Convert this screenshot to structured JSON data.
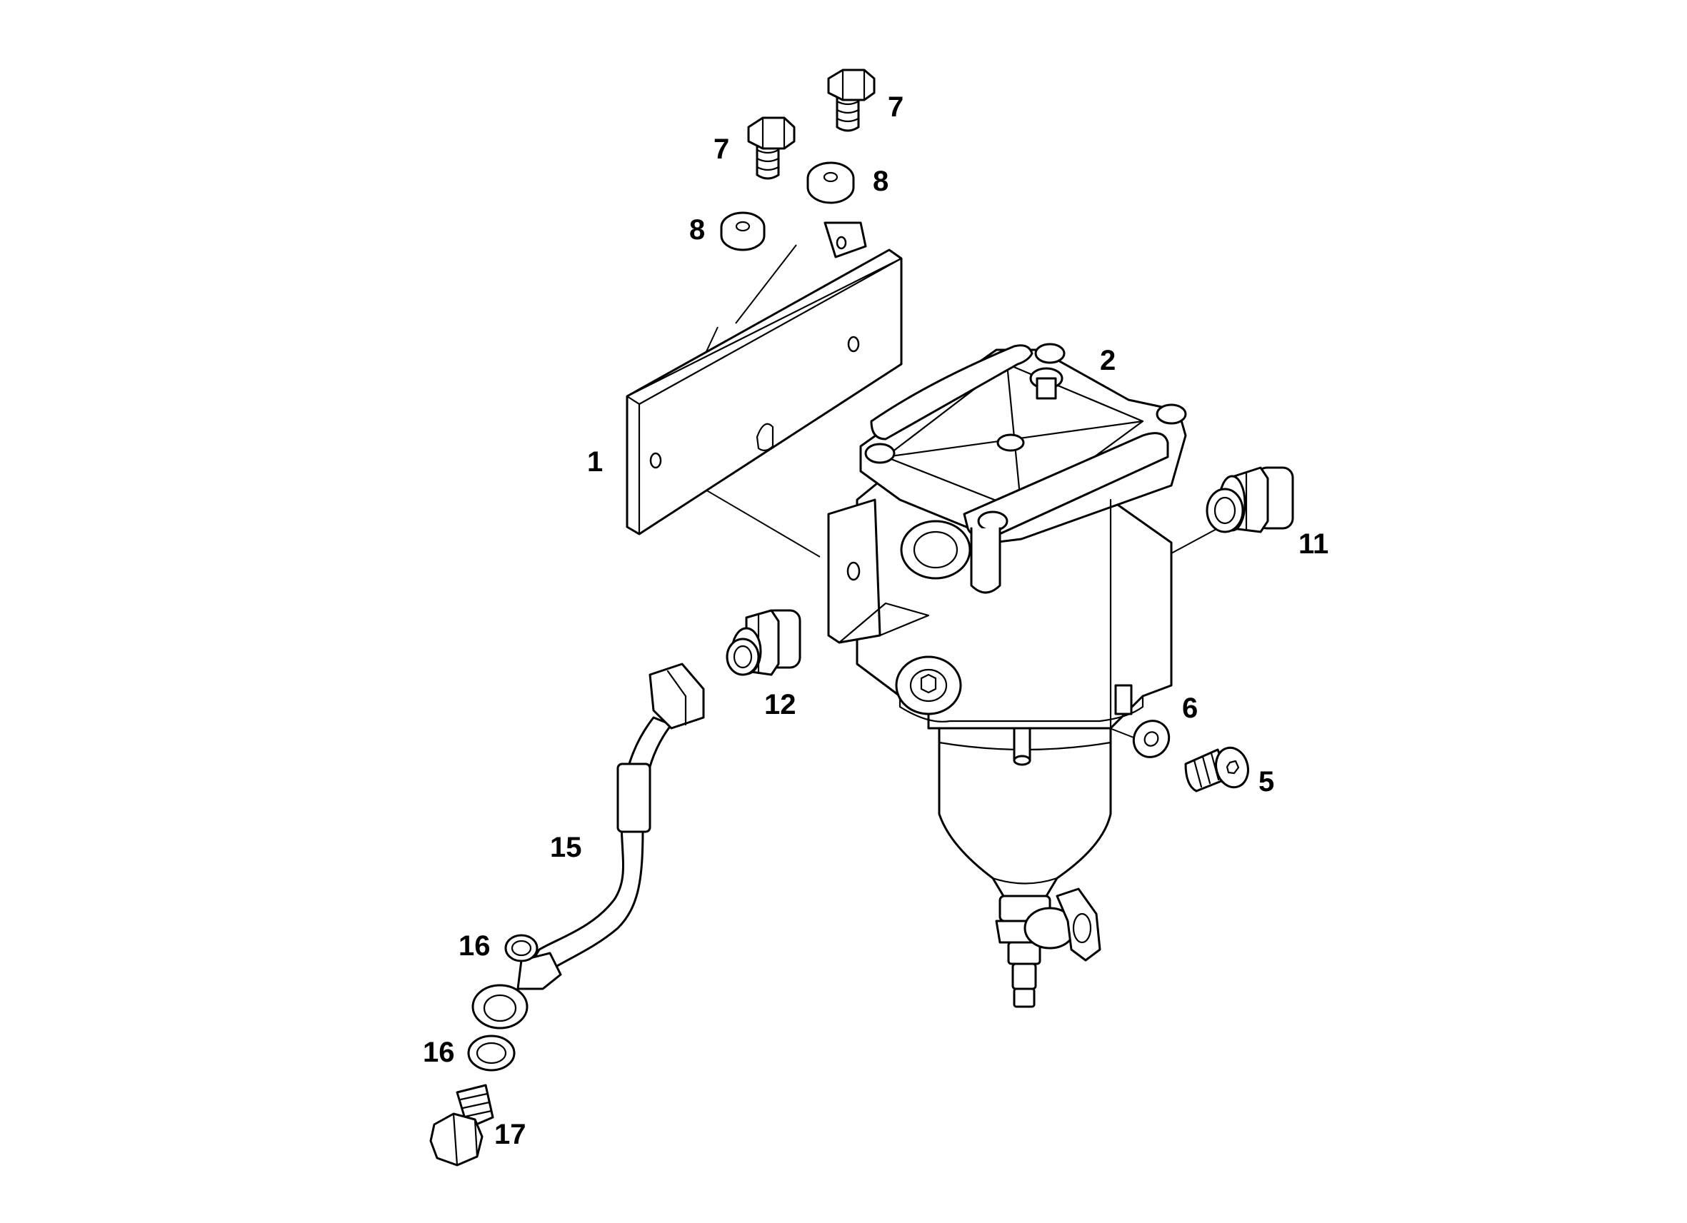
{
  "callouts": {
    "c1": "1",
    "c2": "2",
    "c5": "5",
    "c6": "6",
    "c7a": "7",
    "c7b": "7",
    "c8a": "8",
    "c8b": "8",
    "c11": "11",
    "c12": "12",
    "c15": "15",
    "c16a": "16",
    "c16b": "16",
    "c17": "17"
  }
}
